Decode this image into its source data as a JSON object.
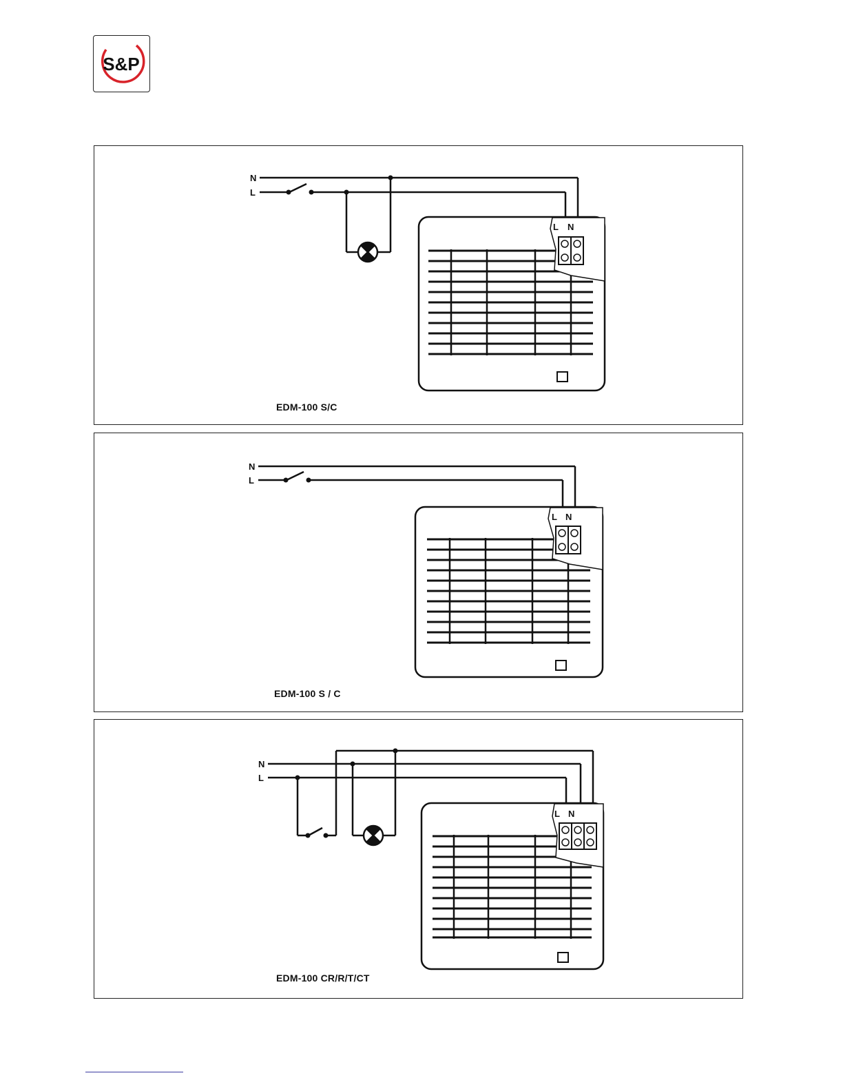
{
  "logo": {
    "text": "S&P",
    "ring_color": "#d8232a",
    "ink_color": "#111111"
  },
  "diagrams": [
    {
      "caption": "EDM-100 S/C",
      "terminal_labels": [
        "L",
        "N"
      ],
      "line_labels": [
        "N",
        "L"
      ]
    },
    {
      "caption": "EDM-100 S / C",
      "terminal_labels": [
        "L",
        "N"
      ],
      "line_labels": [
        "N",
        "L"
      ]
    },
    {
      "caption": "EDM-100 CR/R/T/CT",
      "terminal_labels": [
        "L",
        "N"
      ],
      "line_labels": [
        "N",
        "L"
      ]
    }
  ]
}
